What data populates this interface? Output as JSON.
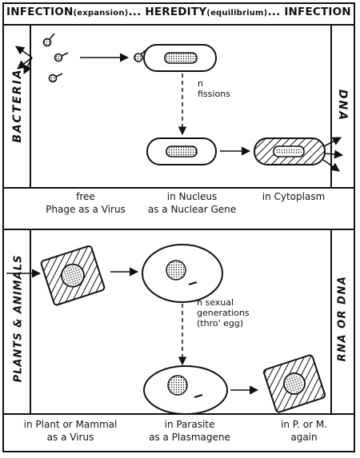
{
  "title": {
    "part1": "INFECTION",
    "part2": "(expansion)",
    "part3": "... HEREDITY",
    "part4": "(equilibrium)",
    "part5": "... INFECTION"
  },
  "bacteria_panel": {
    "side_label_left": "BACTERIA",
    "side_label_right": "DNA",
    "fission_label_1": "n",
    "fission_label_2": "fissions",
    "captions": [
      {
        "line1": "free",
        "line2": "Phage as a Virus"
      },
      {
        "line1": "in Nucleus",
        "line2": "as a Nuclear Gene"
      },
      {
        "line1": "in Cytoplasm",
        "line2": ""
      }
    ]
  },
  "plants_panel": {
    "side_label_left": "PLANTS & ANIMALS",
    "side_label_right": "RNA OR DNA",
    "generations_label_1": "n sexual",
    "generations_label_2": "generations",
    "generations_label_3": "(thro' egg)",
    "captions": [
      {
        "line1": "in Plant or Mammal",
        "line2": "as a Virus"
      },
      {
        "line1": "in Parasite",
        "line2": "as a Plasmagene"
      },
      {
        "line1": "in P. or M.",
        "line2": "again"
      }
    ]
  }
}
